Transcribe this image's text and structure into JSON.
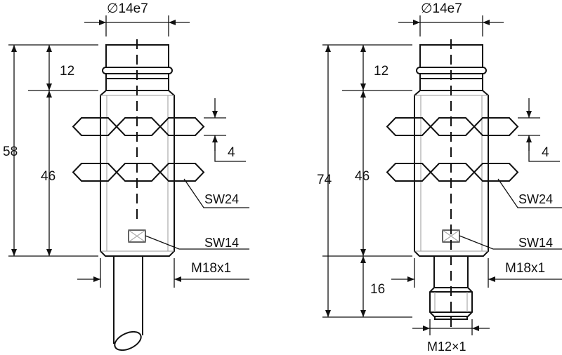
{
  "left_sensor": {
    "diameter": "∅14e7",
    "dim_top": "12",
    "dim_total": "58",
    "dim_body": "46",
    "nut_thickness": "4",
    "nut_size": "SW24",
    "flat_size": "SW14",
    "thread": "M18x1"
  },
  "right_sensor": {
    "diameter": "∅14e7",
    "dim_top": "12",
    "dim_total": "74",
    "dim_body": "46",
    "dim_connector": "16",
    "nut_thickness": "4",
    "nut_size": "SW24",
    "flat_size": "SW14",
    "thread": "M18x1",
    "connector_thread": "M12×1"
  },
  "colors": {
    "line": "#111111",
    "background": "#ffffff"
  }
}
